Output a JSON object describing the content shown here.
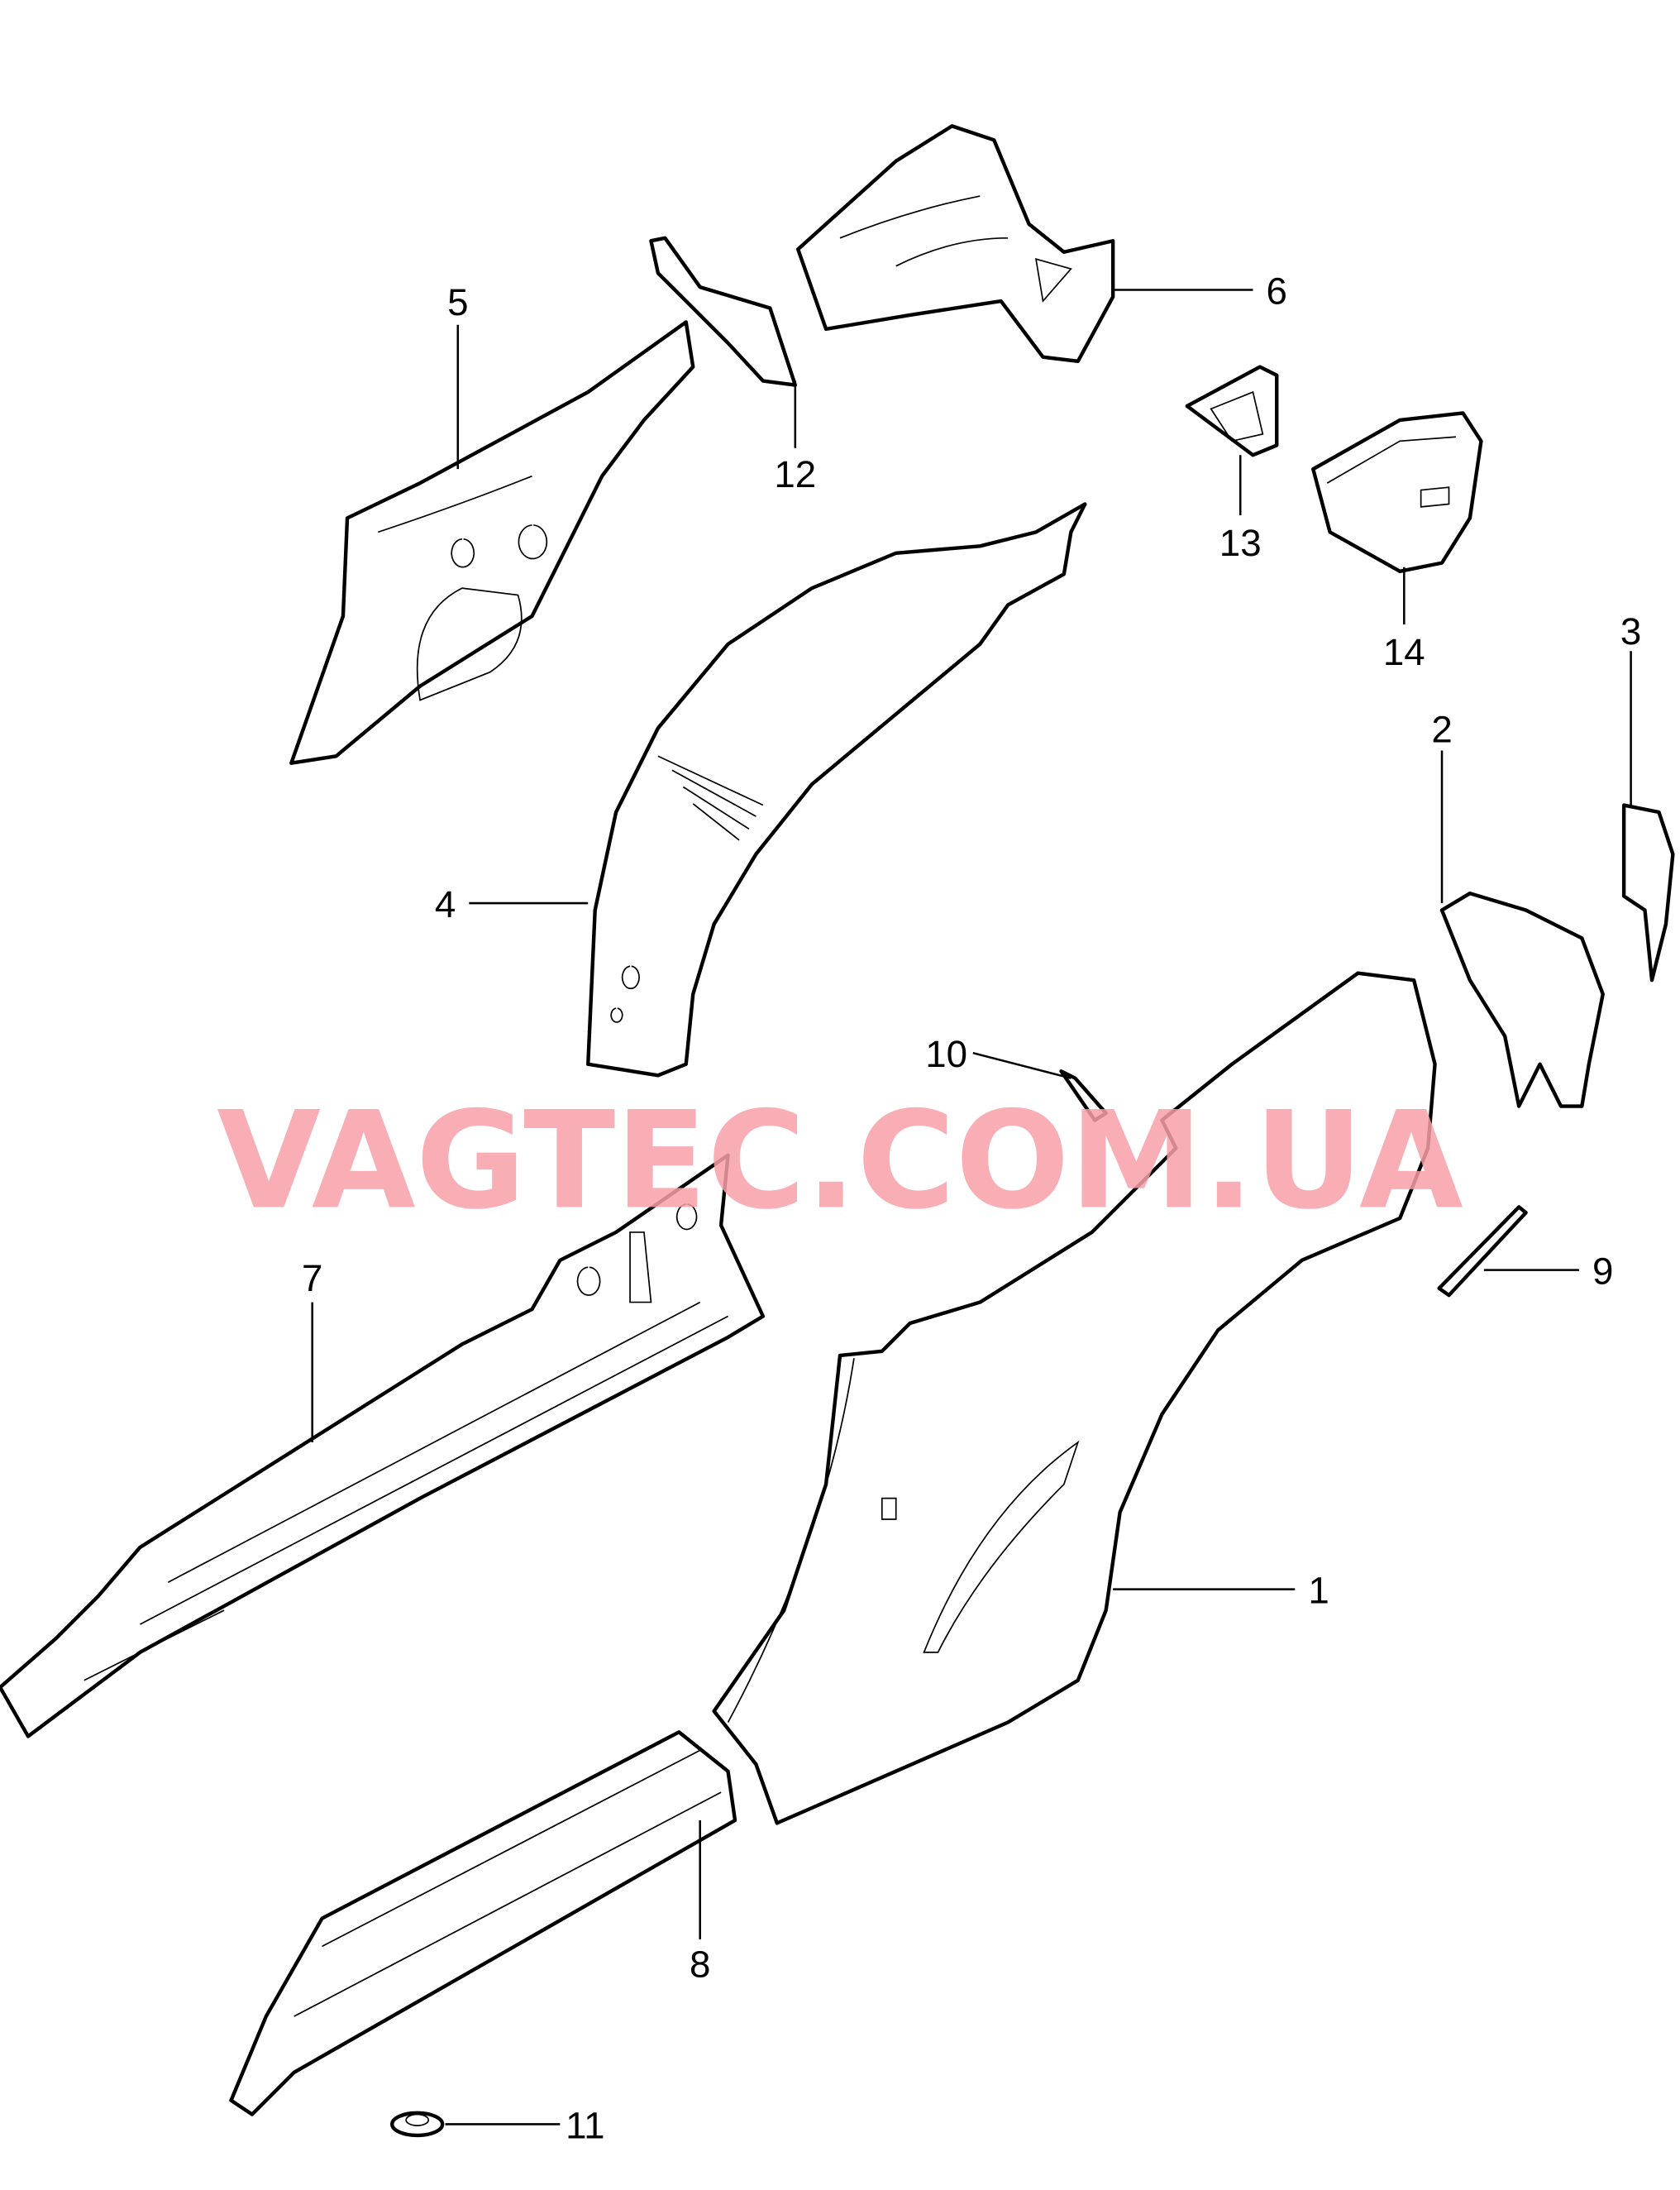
{
  "diagram": {
    "watermark": "VAGTEC.COM.UA",
    "callouts": [
      {
        "id": "1",
        "label": "1"
      },
      {
        "id": "2",
        "label": "2"
      },
      {
        "id": "3",
        "label": "3"
      },
      {
        "id": "4",
        "label": "4"
      },
      {
        "id": "5",
        "label": "5"
      },
      {
        "id": "6",
        "label": "6"
      },
      {
        "id": "7",
        "label": "7"
      },
      {
        "id": "8",
        "label": "8"
      },
      {
        "id": "9",
        "label": "9"
      },
      {
        "id": "10",
        "label": "10"
      },
      {
        "id": "11",
        "label": "11"
      },
      {
        "id": "12",
        "label": "12"
      },
      {
        "id": "13",
        "label": "13"
      },
      {
        "id": "14",
        "label": "14"
      }
    ]
  }
}
